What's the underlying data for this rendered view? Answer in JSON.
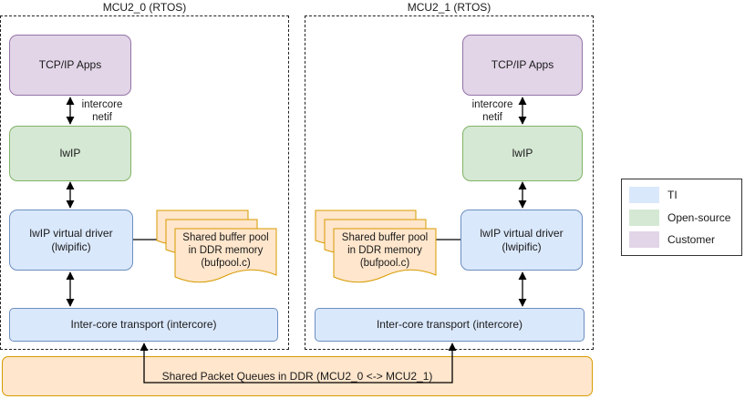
{
  "mcu_left": {
    "title": "MCU2_0 (RTOS)",
    "apps": "TCP/IP Apps",
    "netif_label": "intercore\nnetif",
    "lwip": "lwIP",
    "driver": "lwIP virtual driver\n(lwipific)",
    "bufpool": "Shared buffer pool\nin DDR memory\n(bufpool.c)",
    "transport": "Inter-core transport (intercore)"
  },
  "mcu_right": {
    "title": "MCU2_1 (RTOS)",
    "apps": "TCP/IP Apps",
    "netif_label": "intercore\nnetif",
    "lwip": "lwIP",
    "driver": "lwIP virtual driver\n(lwipific)",
    "bufpool": "Shared buffer pool\nin DDR memory\n(bufpool.c)",
    "transport": "Inter-core transport (intercore)"
  },
  "shared_queues": "Shared Packet Queues in DDR (MCU2_0 <-> MCU2_1)",
  "legend": {
    "items": [
      {
        "label": "TI",
        "color": "#dae8fc"
      },
      {
        "label": "Open-source",
        "color": "#d5e8d4"
      },
      {
        "label": "Customer",
        "color": "#e1d5e7"
      }
    ]
  },
  "colors": {
    "ti": "#dae8fc",
    "open_source": "#d5e8d4",
    "customer": "#e1d5e7",
    "shared": "#ffe6cc"
  }
}
